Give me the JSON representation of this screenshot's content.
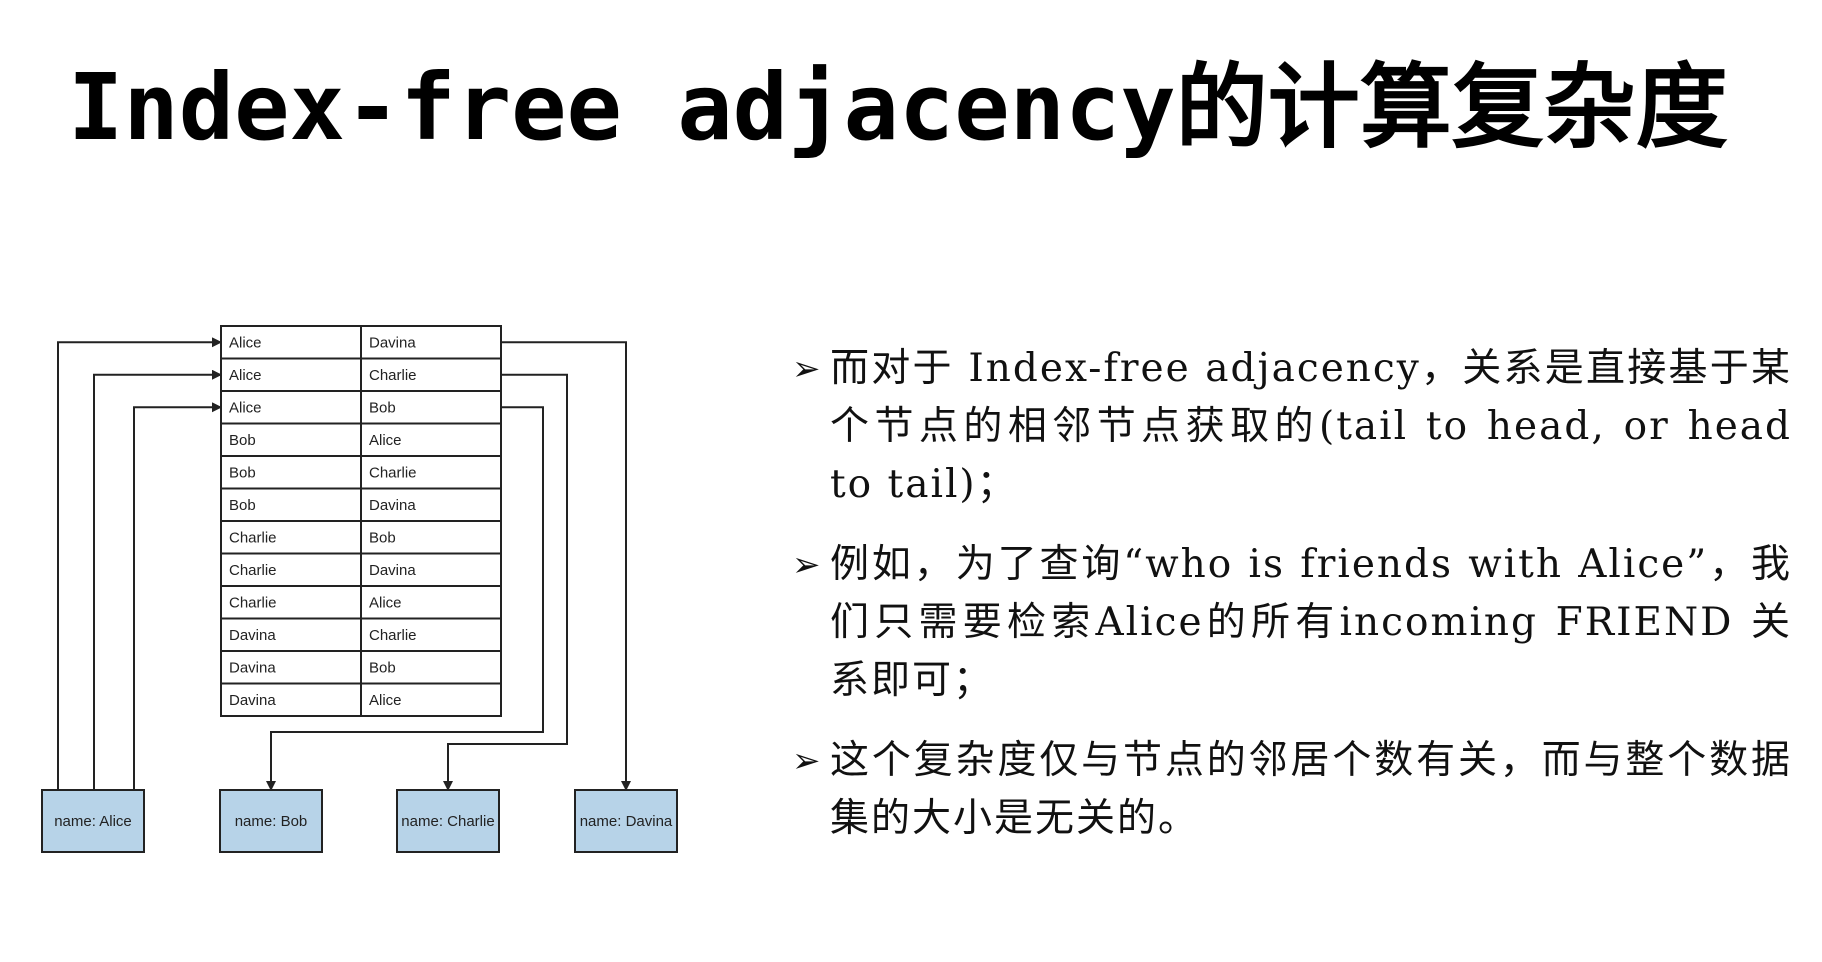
{
  "title": "Index-free adjacency的计算复杂度",
  "diagram": {
    "rows": [
      [
        "Alice",
        "Davina"
      ],
      [
        "Alice",
        "Charlie"
      ],
      [
        "Alice",
        "Bob"
      ],
      [
        "Bob",
        "Alice"
      ],
      [
        "Bob",
        "Charlie"
      ],
      [
        "Bob",
        "Davina"
      ],
      [
        "Charlie",
        "Bob"
      ],
      [
        "Charlie",
        "Davina"
      ],
      [
        "Charlie",
        "Alice"
      ],
      [
        "Davina",
        "Charlie"
      ],
      [
        "Davina",
        "Bob"
      ],
      [
        "Davina",
        "Alice"
      ]
    ],
    "nodes": [
      "name: Alice",
      "name: Bob",
      "name: Charlie",
      "name: Davina"
    ],
    "colors": {
      "node_fill": "#b7d3e8",
      "stroke": "#222222",
      "text": "#222222"
    }
  },
  "bullets": [
    {
      "marker": "➢",
      "text": "而对于 Index-free adjacency，关系是直接基于某个节点的相邻节点获取的(tail to head, or head to tail)；"
    },
    {
      "marker": "➢",
      "text": "例如，为了查询“who is friends with Alice”，我们只需要检索Alice的所有incoming FRIEND 关系即可；"
    },
    {
      "marker": "➢",
      "text": "这个复杂度仅与节点的邻居个数有关，而与整个数据集的大小是无关的。"
    }
  ]
}
